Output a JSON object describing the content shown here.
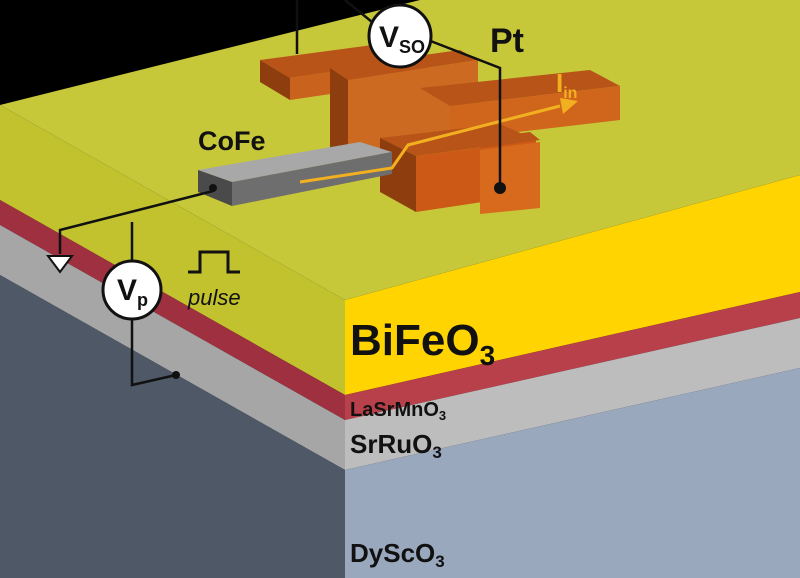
{
  "layers": {
    "bfo": {
      "base": "BiFeO",
      "sub": "3",
      "color": "#ffd400"
    },
    "lsmo": {
      "base": "LaSrMnO",
      "sub": "3",
      "color": "#b8404a"
    },
    "sro": {
      "base": "SrRuO",
      "sub": "3",
      "color": "#bdbdbd"
    },
    "dso": {
      "base": "DyScO",
      "sub": "3",
      "color": "#9aa8be"
    }
  },
  "top_surface_color": "#c7c73a",
  "electrodes": {
    "cofe": {
      "label": "CoFe",
      "color": "#8a8a8a"
    },
    "pt": {
      "label": "Pt",
      "color": "#cc5a16"
    }
  },
  "meters": {
    "vso": {
      "base": "V",
      "sub": "SO"
    },
    "vp": {
      "base": "V",
      "sub": "p"
    }
  },
  "current": {
    "base": "I",
    "sub": "in",
    "color": "#f2b020"
  },
  "pulse": {
    "label": "pulse"
  }
}
